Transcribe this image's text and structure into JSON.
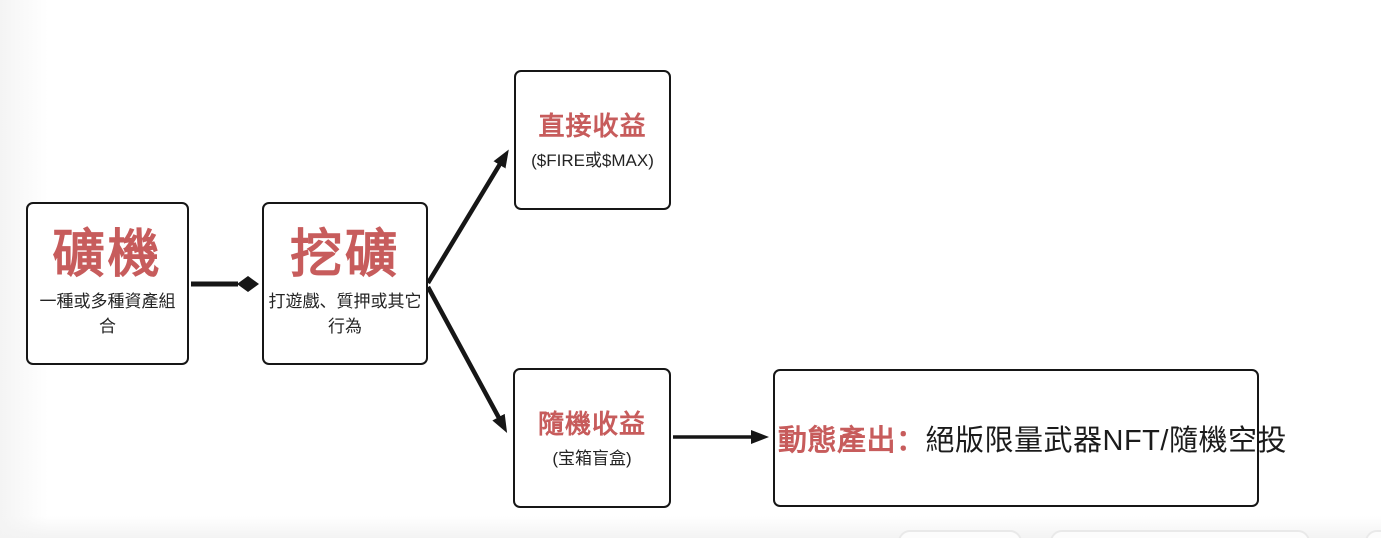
{
  "diagram": {
    "accent_color": "#c75c5c",
    "line_color": "#161616",
    "background_color": "#ffffff",
    "nodes": {
      "miner": {
        "title": "礦機",
        "subtitle": "一種或多種資產組合"
      },
      "mining": {
        "title": "挖礦",
        "subtitle": "打遊戲、質押或其它行為"
      },
      "direct_reward": {
        "title": "直接收益",
        "subtitle": "($FIRE或$MAX)"
      },
      "random_reward": {
        "title": "隨機收益",
        "subtitle": "(宝箱盲盒)"
      },
      "dynamic_output": {
        "label": "動態產出：",
        "value": "絕版限量武器NFT/隨機空投"
      }
    },
    "edges": [
      {
        "from": "miner",
        "to": "mining",
        "head": "diamond"
      },
      {
        "from": "mining",
        "to": "direct_reward",
        "head": "triangle"
      },
      {
        "from": "mining",
        "to": "random_reward",
        "head": "triangle"
      },
      {
        "from": "random_reward",
        "to": "dynamic_output",
        "head": "triangle"
      }
    ]
  }
}
